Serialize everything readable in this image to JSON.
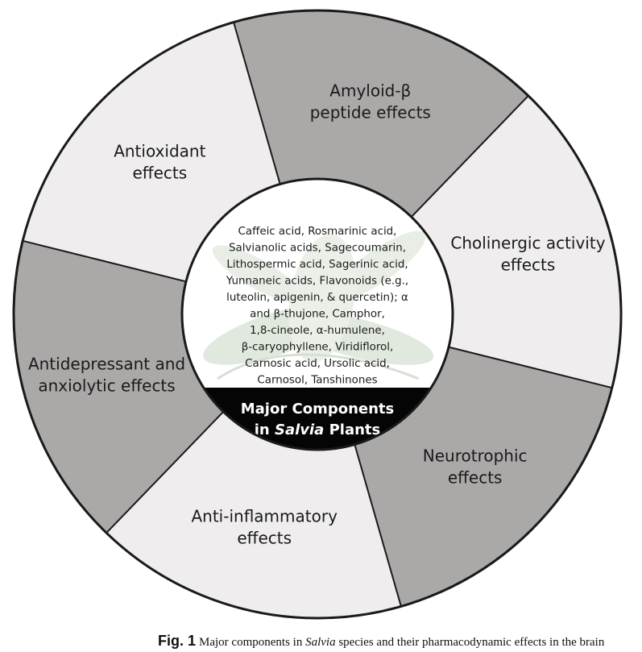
{
  "segments": [
    {
      "id": "amyloid",
      "lines": [
        "Amyloid-β",
        "peptide effects"
      ],
      "shade": "dark"
    },
    {
      "id": "cholinergic",
      "lines": [
        "Cholinergic activity",
        "effects"
      ],
      "shade": "light"
    },
    {
      "id": "neurotrophic",
      "lines": [
        "Neurotrophic",
        "effects"
      ],
      "shade": "dark"
    },
    {
      "id": "anti-inflammatory",
      "lines": [
        "Anti-inflammatory",
        "effects"
      ],
      "shade": "light"
    },
    {
      "id": "antidepressant",
      "lines": [
        "Antidepressant and",
        "anxiolytic effects"
      ],
      "shade": "dark"
    },
    {
      "id": "antioxidant",
      "lines": [
        "Antioxidant",
        "effects"
      ],
      "shade": "light"
    }
  ],
  "center": {
    "lines": [
      "Caffeic acid, Rosmarinic acid,",
      "Salvianolic acids, Sagecoumarin,",
      "Lithospermic acid, Sagerinic acid,",
      "Yunnaneic acids, Flavonoids (e.g.,",
      "luteolin, apigenin, & quercetin); α",
      "and β-thujone, Camphor,",
      "1,8-cineole, α-humulene,",
      "β-caryophyllene, Viridiflorol,",
      "Carnosic acid, Ursolic acid,",
      "Carnosol, Tanshinones"
    ],
    "band_line1": "Major Components",
    "band_line2_prefix": "in ",
    "band_line2_italic": "Salvia",
    "band_line2_suffix": " Plants"
  },
  "caption": {
    "label": "Fig. 1",
    "text_before": "Major components in ",
    "text_italic": "Salvia",
    "text_after": " species and their pharmacodynamic effects in the brain"
  },
  "colors": {
    "dark_segment": "#aba8a8",
    "light_segment": "#efeded",
    "outline": "#1a1a1a",
    "center_band": "#050505",
    "leaf": "#c9d6c4"
  }
}
